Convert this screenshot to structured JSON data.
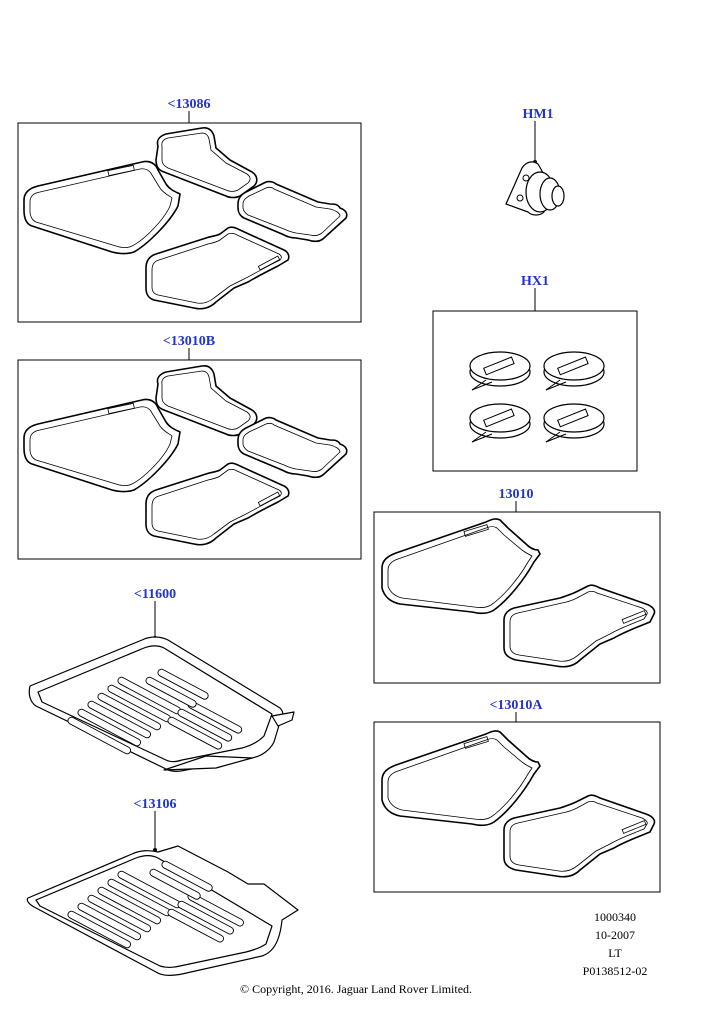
{
  "callouts": {
    "c13086": "<13086",
    "c13010b": "<13010B",
    "c11600": "<11600",
    "c13106": "<13106",
    "hm1": "HM1",
    "hx1": "HX1",
    "c13010": "13010",
    "c13010a": "<13010A"
  },
  "reference": {
    "number": "1000340",
    "date": "10-2007",
    "code": "LT",
    "illustration": "P0138512-02"
  },
  "copyright": "© Copyright, 2016. Jaguar Land Rover Limited.",
  "colors": {
    "callout_text": "#2233cc",
    "line": "#000000",
    "background": "#ffffff"
  }
}
